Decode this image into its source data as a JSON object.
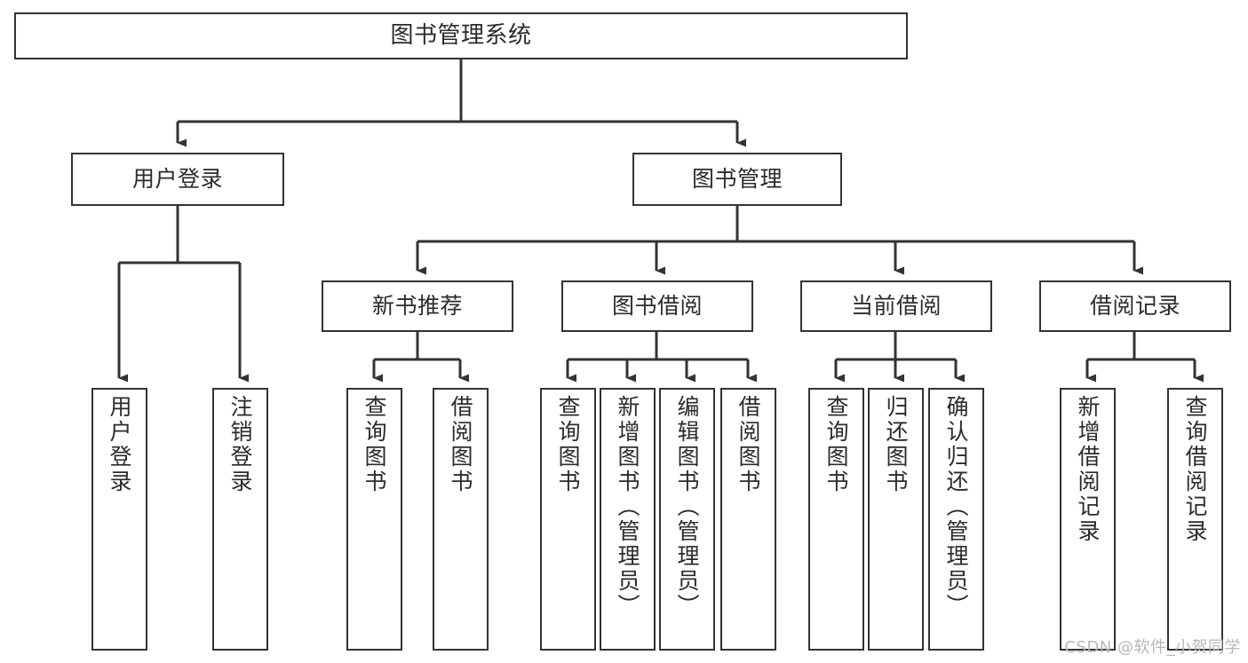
{
  "diagram": {
    "title": "图书管理系统",
    "type": "tree",
    "watermark": "CSDN @软件_小贺同学",
    "colors": {
      "box_border": "#333333",
      "box_fill": "#ffffff",
      "text": "#2b2b2b",
      "edge": "#333333",
      "watermark": "#b8b8b8",
      "background": "#ffffff"
    },
    "nodes": {
      "root": {
        "label": "图书管理系统"
      },
      "level1": [
        {
          "id": "user-login",
          "label": "用户登录"
        },
        {
          "id": "book-manage",
          "label": "图书管理"
        }
      ],
      "level2": [
        {
          "id": "new-book-recommend",
          "label": "新书推荐"
        },
        {
          "id": "book-borrow",
          "label": "图书借阅"
        },
        {
          "id": "current-borrow",
          "label": "当前借阅"
        },
        {
          "id": "borrow-record",
          "label": "借阅记录"
        }
      ],
      "leaves": {
        "user-login": [
          {
            "id": "leaf-user-login",
            "label": "用户登录"
          },
          {
            "id": "leaf-logout-login",
            "label": "注销登录"
          }
        ],
        "new-book-recommend": [
          {
            "id": "leaf-query-book-1",
            "label": "查询图书"
          },
          {
            "id": "leaf-borrow-book-1",
            "label": "借阅图书"
          }
        ],
        "book-borrow": [
          {
            "id": "leaf-query-book-2",
            "label": "查询图书"
          },
          {
            "id": "leaf-add-book",
            "label": "新增图书（管理员）"
          },
          {
            "id": "leaf-edit-book",
            "label": "编辑图书（管理员）"
          },
          {
            "id": "leaf-borrow-book-2",
            "label": "借阅图书"
          }
        ],
        "current-borrow": [
          {
            "id": "leaf-query-book-3",
            "label": "查询图书"
          },
          {
            "id": "leaf-return-book",
            "label": "归还图书"
          },
          {
            "id": "leaf-confirm-return",
            "label": "确认归还（管理员）"
          }
        ],
        "borrow-record": [
          {
            "id": "leaf-add-record",
            "label": "新增借阅记录"
          },
          {
            "id": "leaf-query-record",
            "label": "查询借阅记录"
          }
        ]
      }
    }
  }
}
